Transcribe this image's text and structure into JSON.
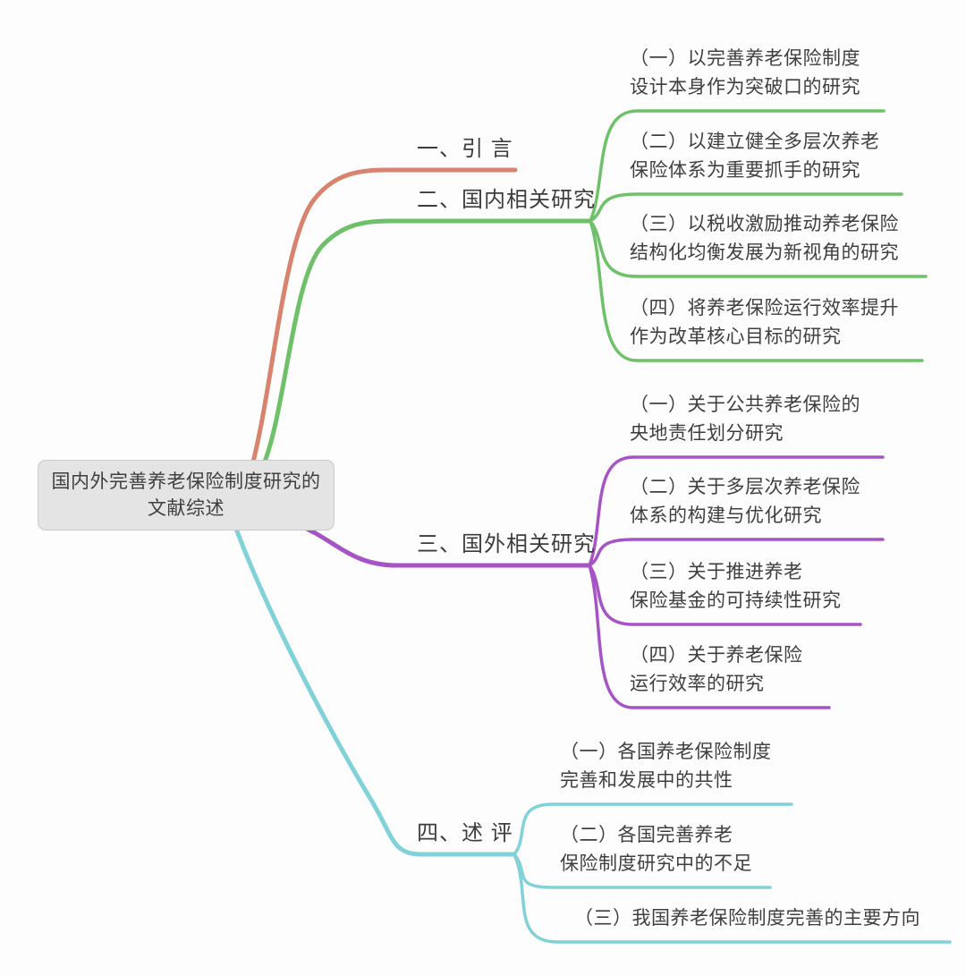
{
  "diagram_type": "mindmap",
  "colors": {
    "background": "#fdfdfd",
    "root_fill": "#e4e4e4",
    "root_border": "#c9c9c9",
    "text": "#3f3f3f"
  },
  "root": {
    "label": "国内外完善养老保险制度研究的\n文献综述"
  },
  "branches": [
    {
      "id": "intro",
      "label": "一、引 言",
      "color": "#d8836e",
      "children": []
    },
    {
      "id": "domestic",
      "label": "二、国内相关研究",
      "color": "#6ec168",
      "children": [
        {
          "label": "（一）以完善养老保险制度\n设计本身作为突破口的研究"
        },
        {
          "label": "（二）以建立健全多层次养老\n保险体系为重要抓手的研究"
        },
        {
          "label": "（三）以税收激励推动养老保险\n结构化均衡发展为新视角的研究"
        },
        {
          "label": "（四）将养老保险运行效率提升\n作为改革核心目标的研究"
        }
      ]
    },
    {
      "id": "foreign",
      "label": "三、国外相关研究",
      "color": "#a653c6",
      "children": [
        {
          "label": "（一）关于公共养老保险的\n央地责任划分研究"
        },
        {
          "label": "（二）关于多层次养老保险\n体系的构建与优化研究"
        },
        {
          "label": "（三）关于推进养老\n保险基金的可持续性研究"
        },
        {
          "label": "（四）关于养老保险\n运行效率的研究"
        }
      ]
    },
    {
      "id": "review",
      "label": "四、述 评",
      "color": "#80d2d8",
      "children": [
        {
          "label": "（一）各国养老保险制度\n完善和发展中的共性"
        },
        {
          "label": "（二）各国完善养老\n保险制度研究中的不足"
        },
        {
          "label": "（三）我国养老保险制度完善的主要方向"
        }
      ]
    }
  ]
}
